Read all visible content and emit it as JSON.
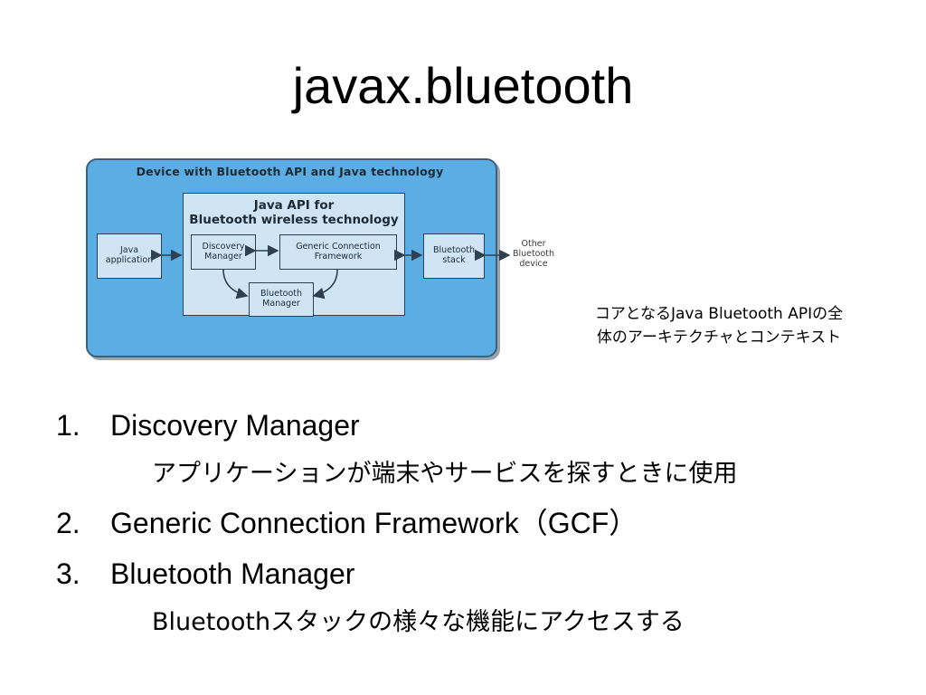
{
  "slide": {
    "title": "javax.bluetooth"
  },
  "diagram": {
    "frame_title": "Device with Bluetooth API and Java technology",
    "api_title": "Java API for\nBluetooth wireless technology",
    "java_app": "Java\napplication",
    "discovery": "Discovery\nManager",
    "gcf": "Generic Connection\nFramework",
    "bt_manager": "Bluetooth\nManager",
    "bt_stack": "Bluetooth\nstack",
    "other_device": "Other\nBluetooth\ndevice",
    "colors": {
      "frame": "#5aaee3",
      "box": "#cfe5f6",
      "border": "#2f4050"
    }
  },
  "caption": {
    "line1": "コアとなるJava Bluetooth APIの全",
    "line2": "体のアーキテクチャとコンテキスト"
  },
  "list": [
    {
      "num": "1.",
      "label": "Discovery Manager",
      "sub": "アプリケーションが端末やサービスを探すときに使用"
    },
    {
      "num": "2.",
      "label": "Generic Connection Framework（GCF）"
    },
    {
      "num": "3.",
      "label": "Bluetooth Manager",
      "sub": "Bluetoothスタックの様々な機能にアクセスする"
    }
  ]
}
